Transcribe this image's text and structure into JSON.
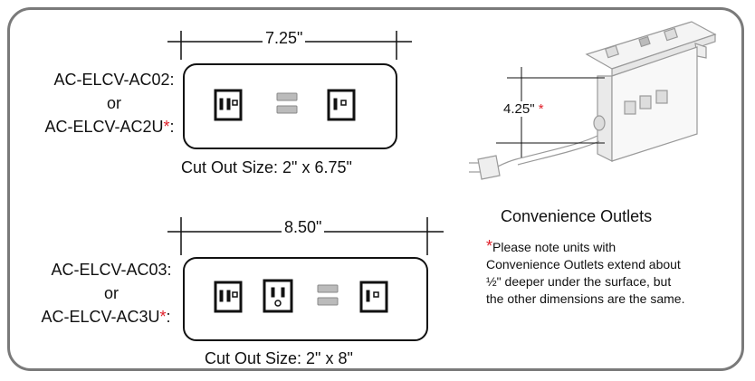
{
  "unit1": {
    "width_label": "7.25\"",
    "model_a": "AC-ELCV-AC02:",
    "or": "or",
    "model_b": "AC-ELCV-AC2U",
    "model_b_suffix": ":",
    "cutout": "Cut Out Size: 2\" x 6.75\""
  },
  "unit2": {
    "width_label": "8.50\"",
    "model_a": "AC-ELCV-AC03:",
    "or": "or",
    "model_b": "AC-ELCV-AC3U",
    "model_b_suffix": ":",
    "cutout": "Cut Out Size: 2\" x 8\""
  },
  "convenience": {
    "height_label": "4.25\"",
    "title": "Convenience Outlets",
    "note_line1": "Please note units with",
    "note_line2": "Convenience Outlets extend about",
    "note_line3": "½\" deeper under the surface, but",
    "note_line4": "the other dimensions are the same."
  },
  "asterisk": "*",
  "colors": {
    "asterisk": "#e0202a",
    "frame": "#7a7a7a"
  }
}
